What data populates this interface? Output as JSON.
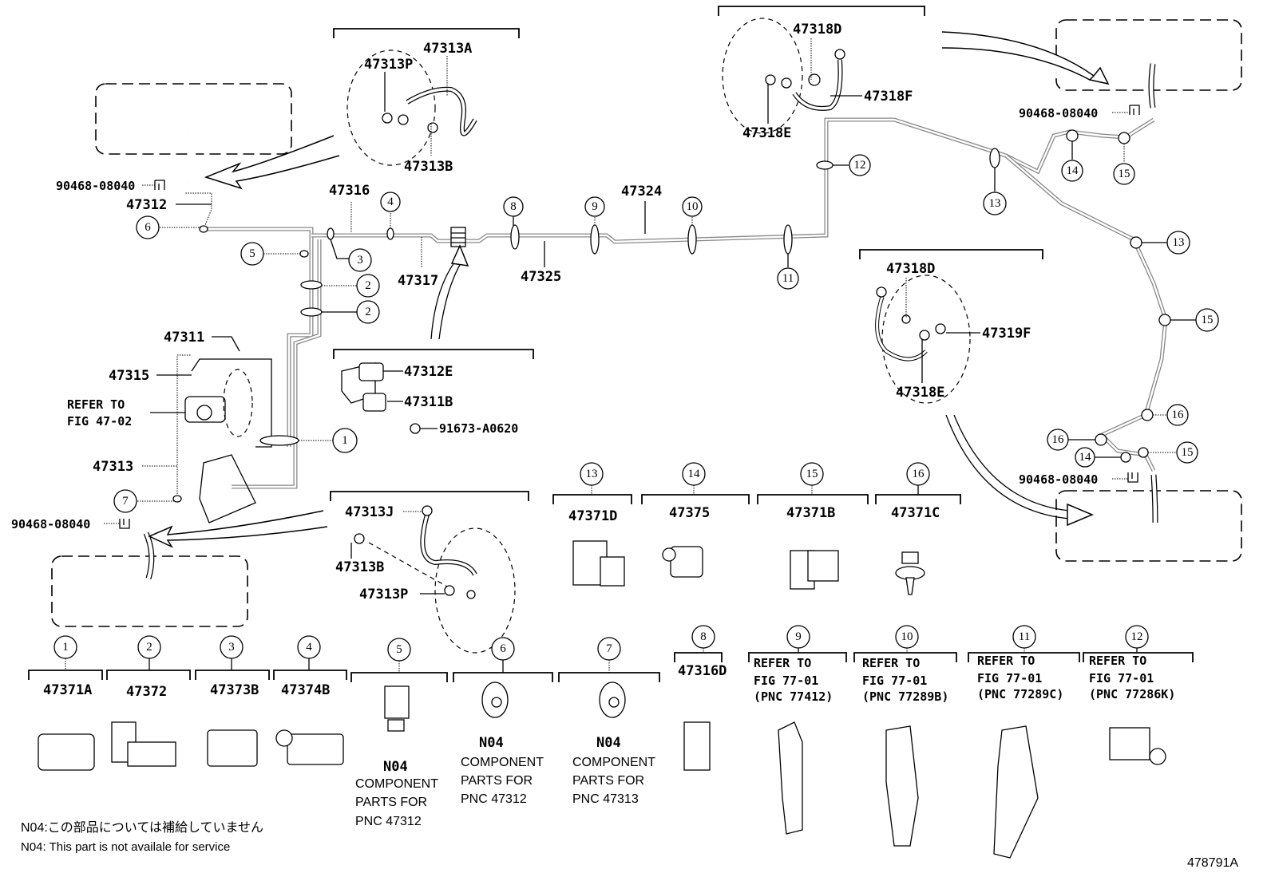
{
  "diagram": {
    "figure_id": "478791A",
    "parts_labels": {
      "p47313A": "47313A",
      "p47313P_top": "47313P",
      "p47313B_top": "47313B",
      "p90468_tl": "90468-08040",
      "p47312": "47312",
      "p47316": "47316",
      "p47317": "47317",
      "p47325": "47325",
      "p47324": "47324",
      "p47311": "47311",
      "p47315": "47315",
      "p47313": "47313",
      "p90468_bl": "90468-08040",
      "p47312E": "47312E",
      "p47311B": "47311B",
      "p91673": "91673-A0620",
      "p47313J": "47313J",
      "p47313B_bot": "47313B",
      "p47313P_bot": "47313P",
      "p47318D_top": "47318D",
      "p47318F": "47318F",
      "p47318E_top": "47318E",
      "p90468_tr": "90468-08040",
      "p47318D_mid": "47318D",
      "p47319F": "47319F",
      "p47318E_mid": "47318E",
      "p90468_br": "90468-08040"
    },
    "refer_fig_47_02": [
      "REFER TO",
      "FIG 47-02"
    ],
    "callouts": {
      "c1": "1",
      "c2a": "2",
      "c2b": "2",
      "c3": "3",
      "c4": "4",
      "c5": "5",
      "c6": "6",
      "c7": "7",
      "c8": "8",
      "c9": "9",
      "c10": "10",
      "c11": "11",
      "c12": "12",
      "c13a": "13",
      "c13b": "13",
      "c14a": "14",
      "c14b": "14",
      "c15a": "15",
      "c15b": "15",
      "c15c": "15",
      "c16a": "16",
      "c16b": "16"
    },
    "clip_catalog": [
      {
        "num": "1",
        "part": "47371A"
      },
      {
        "num": "2",
        "part": "47372"
      },
      {
        "num": "3",
        "part": "47373B"
      },
      {
        "num": "4",
        "part": "47374B"
      },
      {
        "num": "5",
        "part": "N04",
        "desc": [
          "COMPONENT",
          "PARTS FOR",
          "PNC 47312"
        ]
      },
      {
        "num": "6",
        "part": "N04",
        "desc": [
          "COMPONENT",
          "PARTS FOR",
          "PNC 47312"
        ]
      },
      {
        "num": "7",
        "part": "N04",
        "desc": [
          "COMPONENT",
          "PARTS FOR",
          "PNC 47313"
        ]
      },
      {
        "num": "8",
        "part": "47316D"
      },
      {
        "num": "9",
        "refer": [
          "REFER TO",
          "FIG 77-01",
          "(PNC 77412)"
        ]
      },
      {
        "num": "10",
        "refer": [
          "REFER TO",
          "FIG 77-01",
          "(PNC 77289B)"
        ]
      },
      {
        "num": "11",
        "refer": [
          "REFER TO",
          "FIG 77-01",
          "(PNC 77289C)"
        ]
      },
      {
        "num": "12",
        "refer": [
          "REFER TO",
          "FIG 77-01",
          "(PNC 77286K)"
        ]
      },
      {
        "num": "13",
        "part": "47371D"
      },
      {
        "num": "14",
        "part": "47375"
      },
      {
        "num": "15",
        "part": "47371B"
      },
      {
        "num": "16",
        "part": "47371C"
      }
    ],
    "notes": {
      "jp": "N04:この部品については補給していません",
      "en": "N04: This part is not availale for service"
    }
  }
}
